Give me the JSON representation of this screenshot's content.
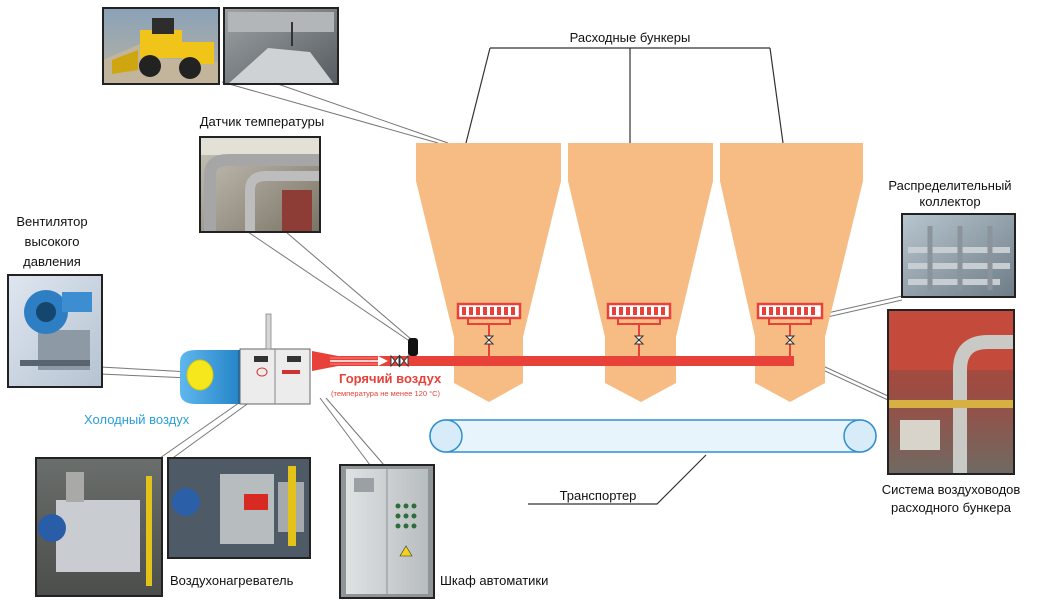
{
  "labels": {
    "bunkers": "Расходные бункеры",
    "temp_sensor": "Датчик температуры",
    "fan": [
      "Вентилятор",
      "высокого",
      "давления"
    ],
    "collector": [
      "Распределительный",
      "коллектор"
    ],
    "hot_air": "Горячий воздух",
    "hot_air_note": "(температура не менее 120 °С)",
    "cold_air": "Холодный воздух",
    "conveyor": "Транспортер",
    "duct_system": [
      "Система воздуховодов",
      "расходного бункера"
    ],
    "heater": "Воздухонагреватель",
    "cabinet": "Шкаф автоматики"
  },
  "colors": {
    "bunker": "#f6bc84",
    "hot_air": "#e8413a",
    "cold_air": "#2a9fd8",
    "conveyor": "#2f8fd0",
    "conveyor_fill": "#e8f4fb",
    "fan_blue": "#2f94d6",
    "fan_yellow": "#f6e61c"
  },
  "photos": [
    {
      "name": "loader-photo",
      "subject": "yellow wheel loader"
    },
    {
      "name": "bunker-interior-photo",
      "subject": "bunker interior"
    },
    {
      "name": "temp-sensor-photo",
      "subject": "temperature sensor ducting"
    },
    {
      "name": "fan-photo",
      "subject": "high pressure fan"
    },
    {
      "name": "collector-photo",
      "subject": "distribution collector pipes"
    },
    {
      "name": "duct-system-photo",
      "subject": "bunker air duct system"
    },
    {
      "name": "heater-photo-1",
      "subject": "air heater unit"
    },
    {
      "name": "heater-photo-2",
      "subject": "air heater with burner"
    },
    {
      "name": "cabinet-photo",
      "subject": "automation cabinet"
    }
  ]
}
